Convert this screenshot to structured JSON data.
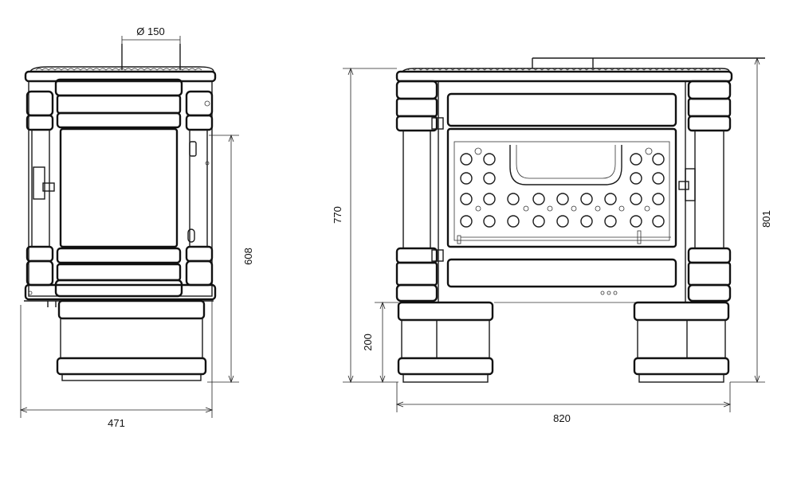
{
  "dimensions": {
    "flue_diameter": "Ø 150",
    "side_width": "471",
    "side_height": "608",
    "front_height_total": "770",
    "front_base_height": "200",
    "front_width": "820",
    "front_height_overall": "801"
  },
  "colors": {
    "line": "#1a1a1a",
    "background": "#ffffff"
  }
}
